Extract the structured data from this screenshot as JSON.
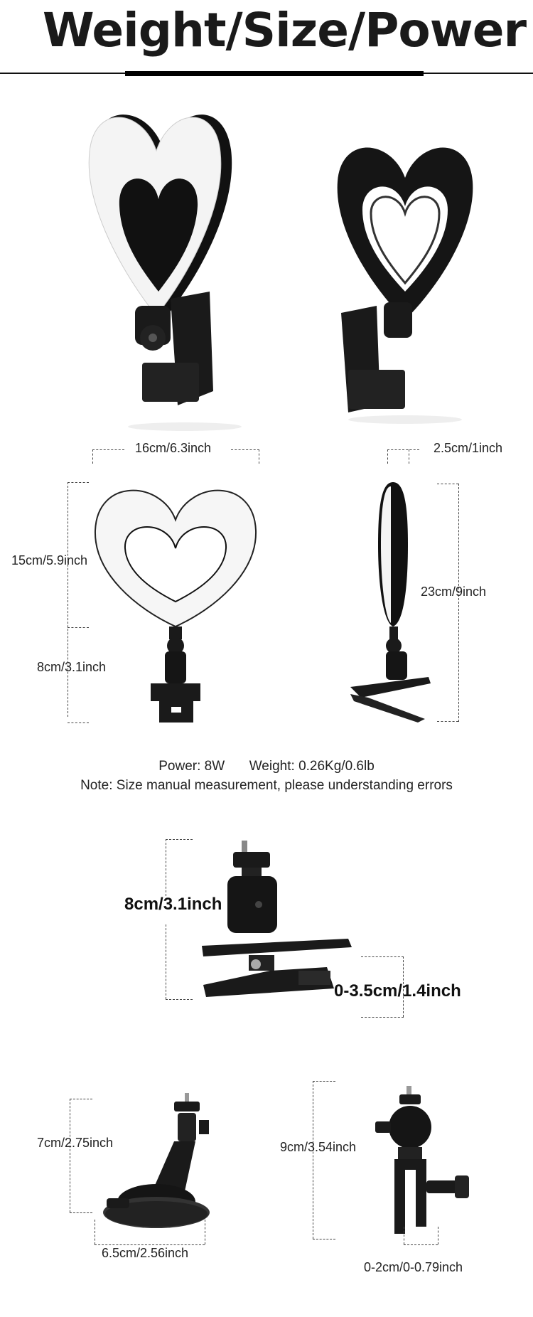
{
  "header": {
    "title": "Weight/Size/Power"
  },
  "dimensions": {
    "ring_width": "16cm/6.3inch",
    "ring_thickness": "2.5cm/1inch",
    "ring_height": "15cm/5.9inch",
    "total_height": "23cm/9inch",
    "base_height": "8cm/3.1inch",
    "clip_height": "8cm/3.1inch",
    "clip_opening": "0-3.5cm/1.4inch",
    "suction_height": "7cm/2.75inch",
    "suction_width": "6.5cm/2.56inch",
    "ballhead_height": "9cm/3.54inch",
    "ballhead_clamp": "0-2cm/0-0.79inch"
  },
  "specs": {
    "power": "Power: 8W",
    "weight": "Weight: 0.26Kg/0.6lb",
    "note": "Note: Size manual measurement, please understanding errors"
  }
}
